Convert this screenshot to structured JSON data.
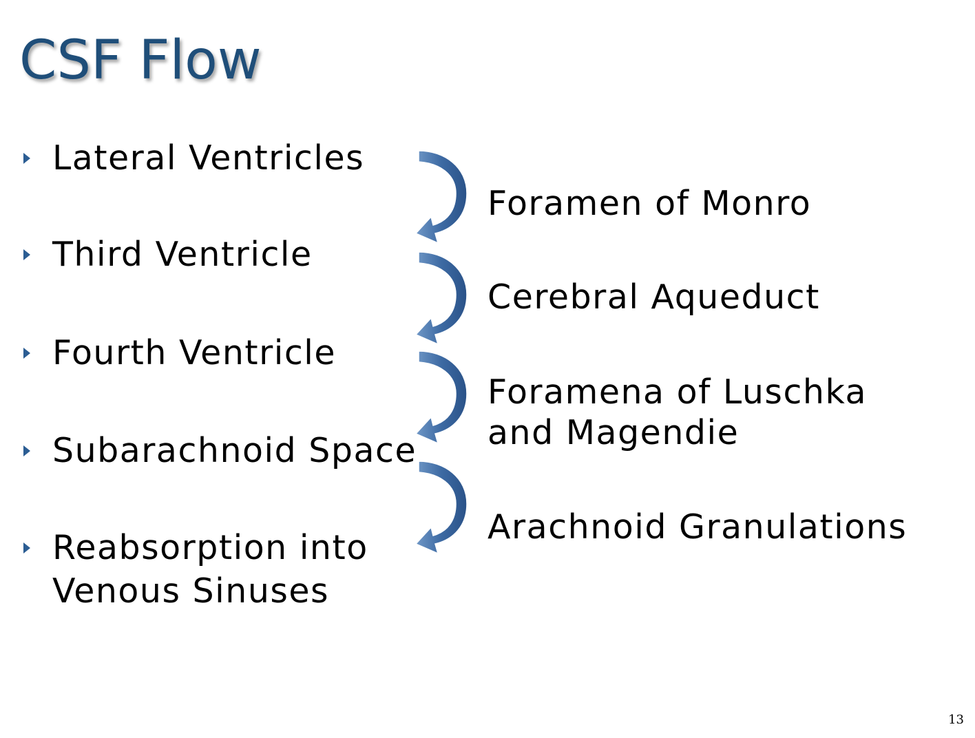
{
  "slide": {
    "title": "CSF Flow",
    "page_number": "13",
    "accent_color": "#2b5d93",
    "title_color": "#1f4e79"
  },
  "stages": [
    {
      "label": "Lateral Ventricles",
      "icon": "triangle-bullet-icon"
    },
    {
      "label": "Third Ventricle",
      "icon": "triangle-bullet-icon"
    },
    {
      "label": "Fourth Ventricle",
      "icon": "triangle-bullet-icon"
    },
    {
      "label": "Subarachnoid Space",
      "icon": "triangle-bullet-icon"
    },
    {
      "label_line1": "Reabsorption into",
      "label_line2": "Venous Sinuses",
      "icon": "triangle-bullet-icon"
    }
  ],
  "transitions": [
    {
      "label": "Foramen of Monro",
      "icon": "curved-arrow-icon"
    },
    {
      "label": "Cerebral Aqueduct",
      "icon": "curved-arrow-icon"
    },
    {
      "label_line1": "Foramena of Luschka",
      "label_line2": "and Magendie",
      "icon": "curved-arrow-icon"
    },
    {
      "label": "Arachnoid Granulations",
      "icon": "curved-arrow-icon"
    }
  ]
}
